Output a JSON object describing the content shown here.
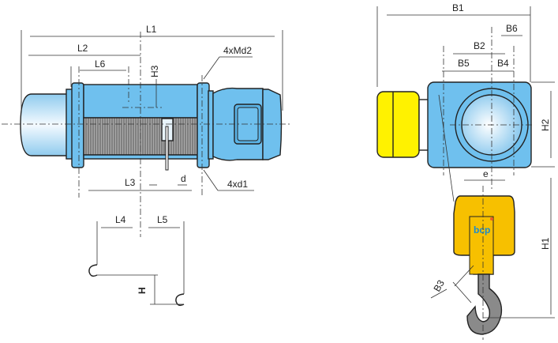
{
  "side_view": {
    "labels": {
      "L1": "L1",
      "L2": "L2",
      "L6": "L6",
      "H3": "H3",
      "L3": "L3",
      "d": "d",
      "Md2": "4xMd2",
      "d1": "4xd1"
    }
  },
  "hook_detail": {
    "labels": {
      "L4": "L4",
      "L5": "L5",
      "H": "H"
    }
  },
  "end_view": {
    "labels": {
      "B1": "B1",
      "B6": "B6",
      "B2": "B2",
      "B5": "B5",
      "B4": "B4",
      "H2": "H2",
      "e": "e",
      "H1": "H1",
      "B3": "B3"
    },
    "logo_text": "bcp"
  },
  "colors": {
    "body": "#6fc0ee",
    "motor_cap": "#d8ecfa",
    "control_box": "#fff200",
    "hook_block": "#f7c000",
    "hook": "#8a8a8a"
  }
}
